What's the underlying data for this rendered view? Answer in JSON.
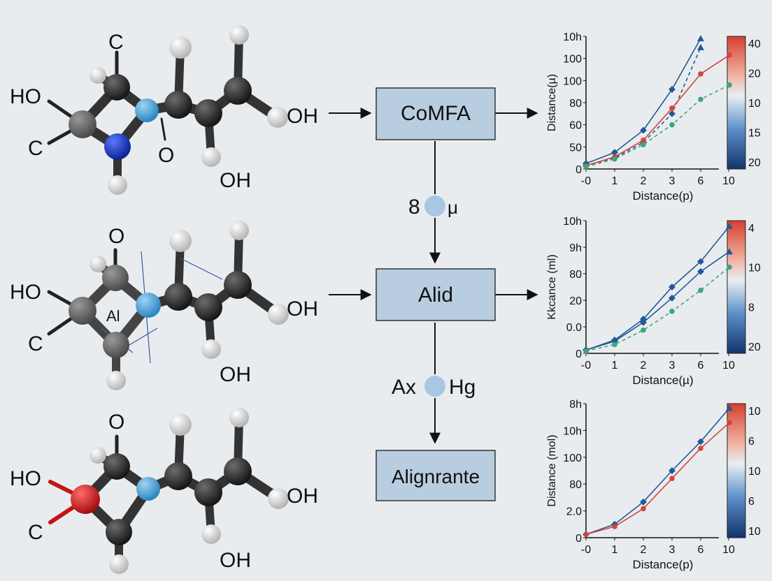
{
  "molecules": [
    {
      "labels": [
        "C",
        "HO",
        "C",
        "O",
        "OH",
        "OH"
      ]
    },
    {
      "labels": [
        "O",
        "HO",
        "C",
        "Al",
        "OH",
        "OH"
      ]
    },
    {
      "labels": [
        "O",
        "HO",
        "C",
        "OH",
        "OH"
      ]
    }
  ],
  "boxes": [
    "CoMFA",
    "Alid",
    "Alignrante"
  ],
  "connectors": [
    {
      "left": "8",
      "right": "μ"
    },
    {
      "left": "Ax",
      "right": "Hg"
    }
  ],
  "colors": {
    "box_fill": "#b8cde0",
    "blue_series": "#1f5a96",
    "red_series": "#d2463a",
    "green_series": "#3aa878",
    "atom_carbon": "#2b2b2b",
    "atom_nitrogen_blue": "#4aa3d8",
    "atom_oxygen_red": "#d11f1f",
    "atom_n_dark": "#1b3fb8"
  },
  "chart_data": [
    {
      "type": "line",
      "xlabel": "Distance(p)",
      "ylabel": "Distance(µ)",
      "x_ticks": [
        "-0",
        "1",
        "2",
        "3",
        "6",
        "10"
      ],
      "y_ticks": [
        "0",
        "50",
        "60",
        "80",
        "100",
        "100",
        "10h"
      ],
      "colorbar_ticks": [
        "40",
        "20",
        "10",
        "15",
        "20"
      ],
      "series": [
        {
          "color": "blue",
          "style": "solid",
          "values": [
            0.5,
            1.5,
            3.5,
            7.2,
            11.8
          ]
        },
        {
          "color": "blue",
          "style": "dashed",
          "values": [
            0.3,
            1.0,
            2.4,
            5.0,
            11.0
          ]
        },
        {
          "color": "red",
          "style": "solid",
          "values": [
            0.3,
            1.1,
            2.6,
            5.5,
            8.6,
            10.3
          ]
        },
        {
          "color": "green",
          "style": "dashed",
          "values": [
            0.2,
            0.9,
            2.2,
            4.0,
            6.3,
            7.6
          ]
        }
      ]
    },
    {
      "type": "line",
      "xlabel": "Distance(µ)",
      "ylabel": "Kkcance (ml)",
      "x_ticks": [
        "-0",
        "1",
        "2",
        "3",
        "6",
        "10"
      ],
      "y_ticks": [
        "0",
        "0.0",
        "20",
        "80",
        "9h",
        "10h"
      ],
      "colorbar_ticks": [
        "4",
        "10",
        "8",
        "20"
      ],
      "series": [
        {
          "color": "blue",
          "style": "solid",
          "values": [
            0.3,
            1.2,
            3.1,
            6.0,
            8.3,
            11.5
          ]
        },
        {
          "color": "blue",
          "style": "solid",
          "values": [
            0.3,
            1.1,
            2.8,
            5.0,
            7.4,
            9.2
          ]
        },
        {
          "color": "green",
          "style": "dashed",
          "values": [
            0.2,
            0.8,
            2.1,
            3.8,
            5.7,
            7.8
          ]
        }
      ]
    },
    {
      "type": "line",
      "xlabel": "Distance(p)",
      "ylabel": "Distance (mol)",
      "x_ticks": [
        "-0",
        "1",
        "2",
        "3",
        "6",
        "10"
      ],
      "y_ticks": [
        "0",
        "2.0",
        "80",
        "100",
        "10h",
        "8h"
      ],
      "colorbar_ticks": [
        "10",
        "6",
        "10",
        "6",
        "10"
      ],
      "series": [
        {
          "color": "blue",
          "style": "solid",
          "values": [
            0.3,
            1.2,
            3.2,
            6.0,
            8.6,
            11.6
          ]
        },
        {
          "color": "red",
          "style": "solid",
          "values": [
            0.3,
            1.0,
            2.6,
            5.3,
            8.0,
            10.3
          ]
        }
      ]
    }
  ]
}
